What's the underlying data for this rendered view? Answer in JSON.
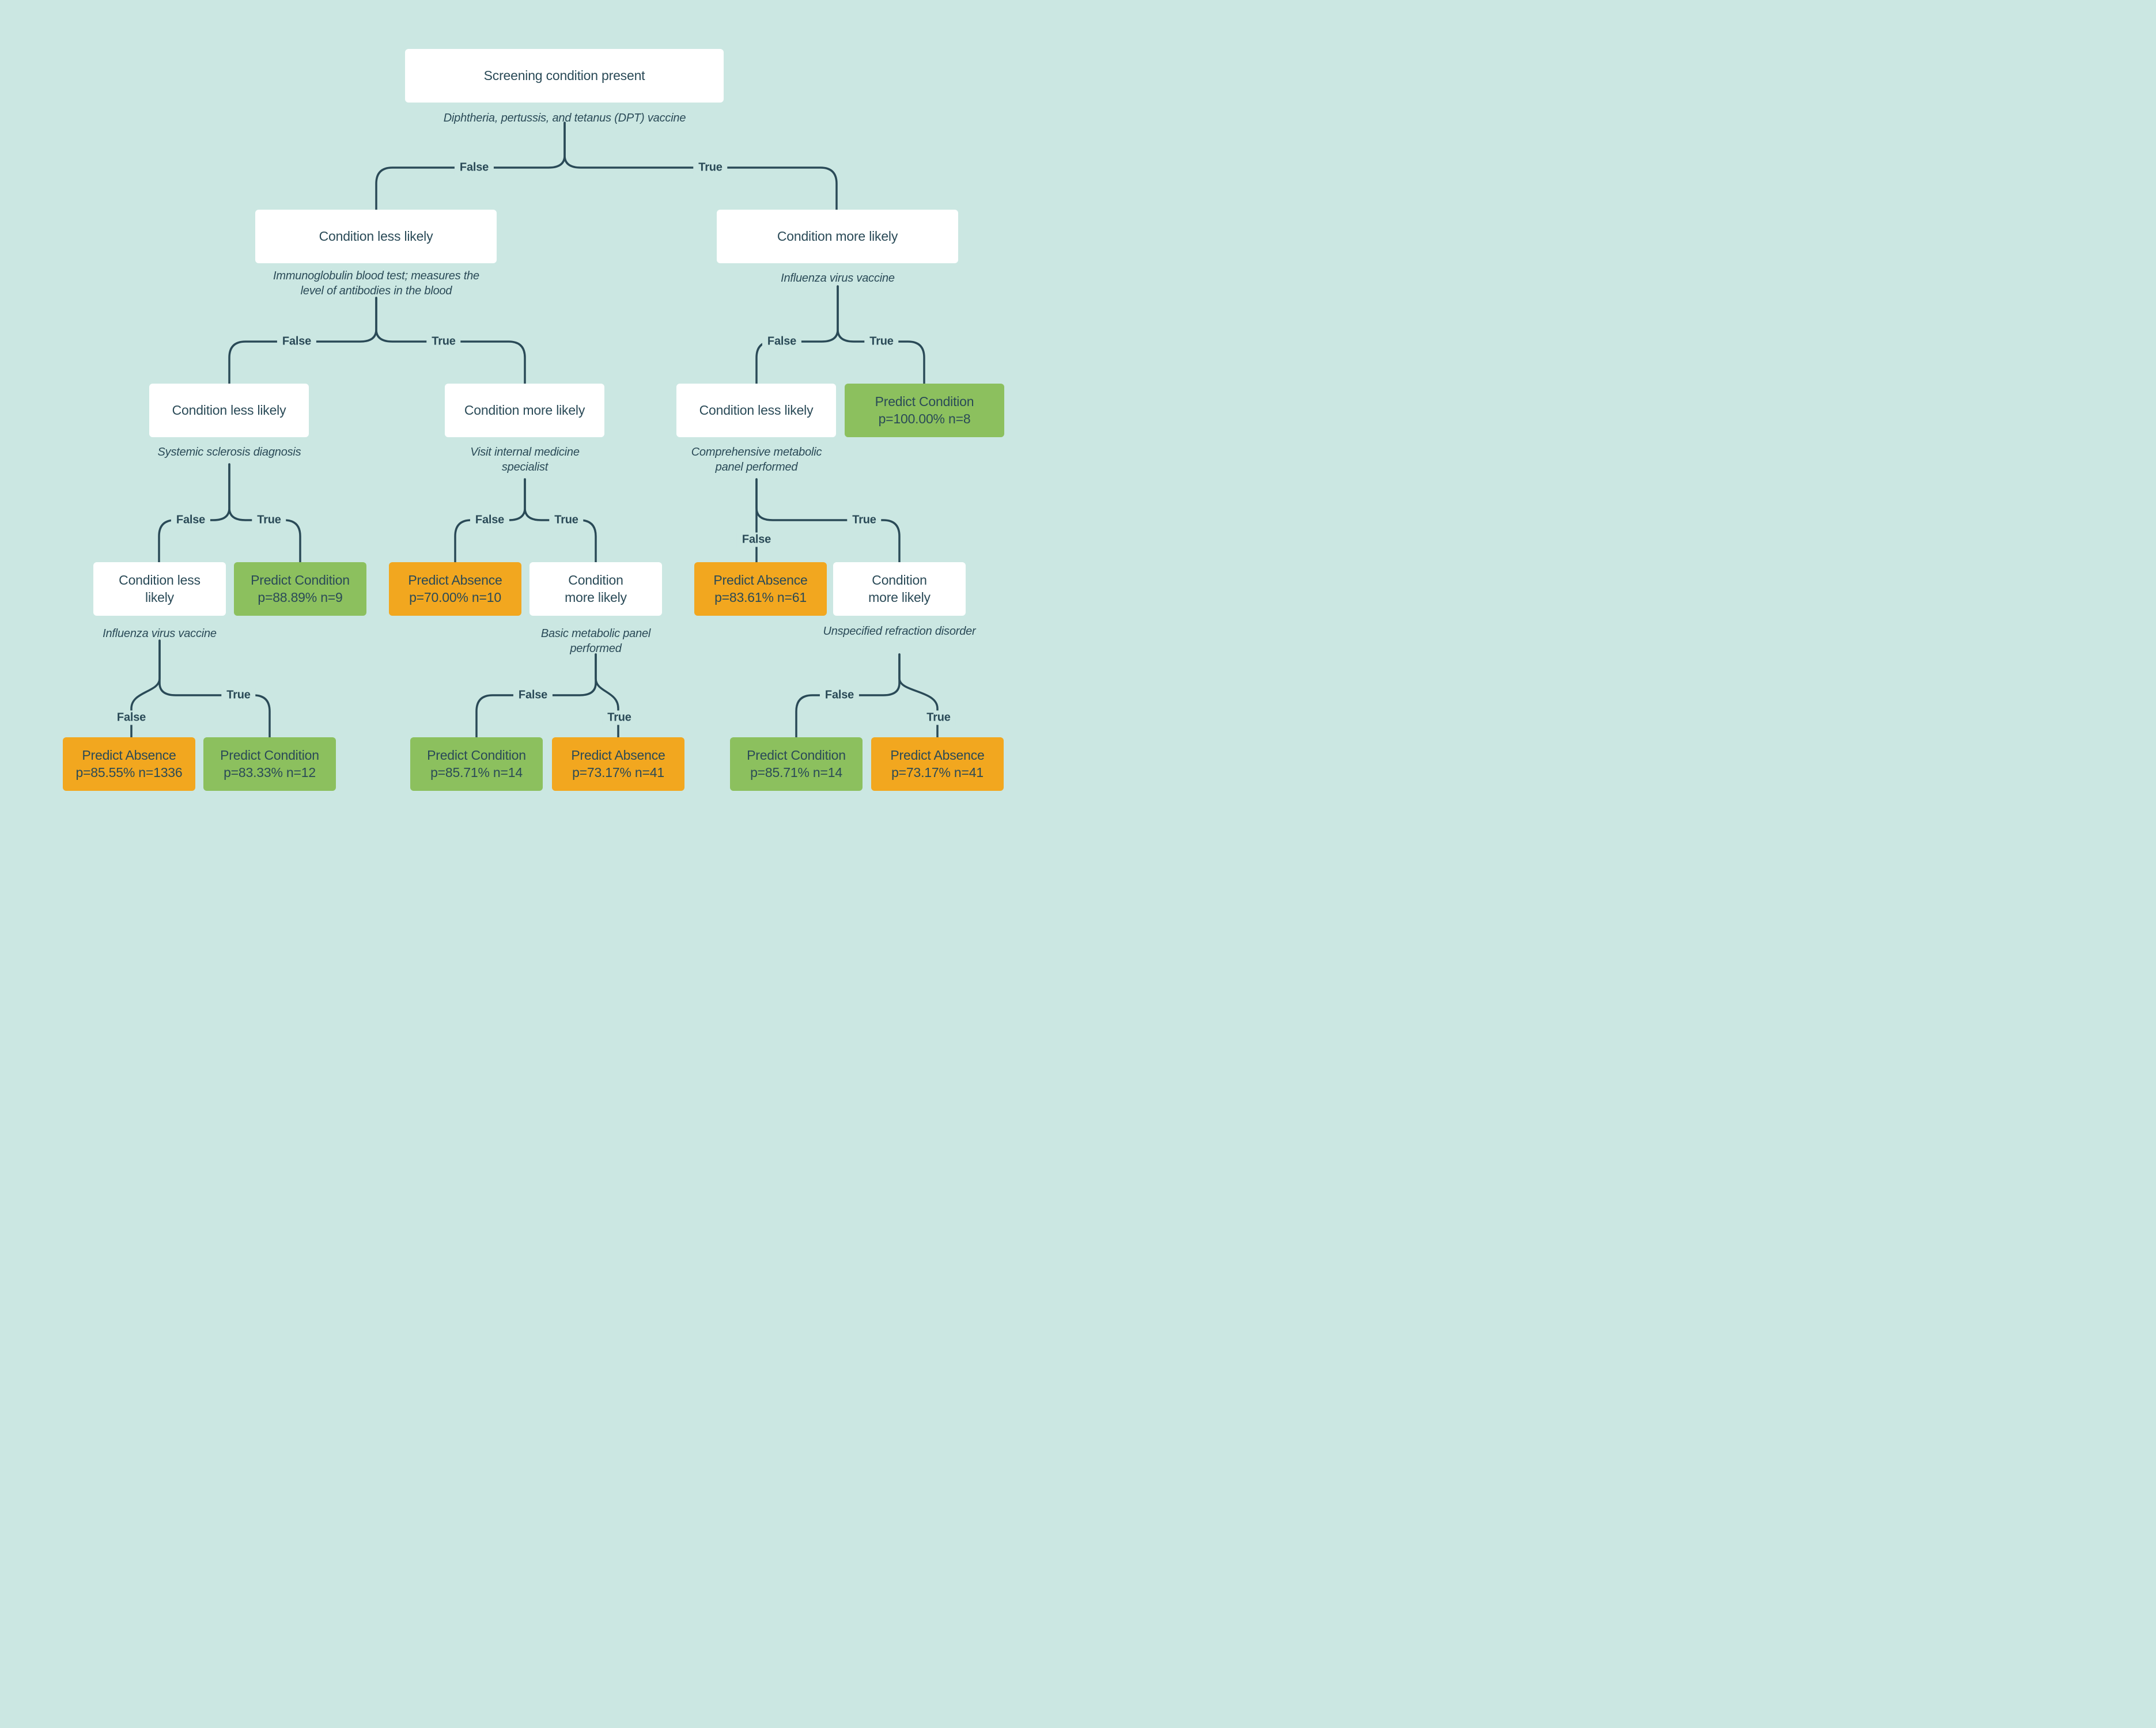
{
  "palette": {
    "background": "#cbe7e2",
    "ink": "#2a4a57",
    "node_white": "#ffffff",
    "predict_condition_green": "#8cc05e",
    "predict_absence_orange": "#f2a71f"
  },
  "edge_labels": {
    "false_label": "False",
    "true_label": "True"
  },
  "tree": {
    "root": {
      "label": "Screening condition present",
      "caption": "Diphtheria, pertussis, and tetanus (DPT) vaccine"
    },
    "l2_left": {
      "label": "Condition less likely",
      "caption": "Immunoglobulin blood test; measures the level of antibodies in the blood"
    },
    "l2_right": {
      "label": "Condition more likely",
      "caption": "Influenza virus vaccine"
    },
    "l3_left": {
      "label": "Condition less likely",
      "caption": "Systemic sclerosis diagnosis"
    },
    "l3_mid": {
      "label": "Condition more likely",
      "caption": "Visit internal medicine specialist"
    },
    "l3_right": {
      "label": "Condition less likely",
      "caption": "Comprehensive metabolic panel performed"
    },
    "l3_leaf_true": {
      "label": "Predict Condition",
      "stats": "p=100.00% n=8"
    },
    "l4_left": {
      "label": "Condition less likely",
      "caption": "Influenza virus vaccine"
    },
    "l4_left_leaf": {
      "label": "Predict Condition",
      "stats": "p=88.89% n=9"
    },
    "l4_mid_leaf": {
      "label": "Predict Absence",
      "stats": "p=70.00% n=10"
    },
    "l4_mid": {
      "label": "Condition more likely",
      "caption": "Basic metabolic panel performed"
    },
    "l4_right_leaf": {
      "label": "Predict Absence",
      "stats": "p=83.61% n=61"
    },
    "l4_right": {
      "label": "Condition more likely",
      "caption": "Unspecified refraction disorder"
    },
    "l5_a": {
      "label": "Predict Absence",
      "stats": "p=85.55% n=1336"
    },
    "l5_b": {
      "label": "Predict Condition",
      "stats": "p=83.33% n=12"
    },
    "l5_c": {
      "label": "Predict Condition",
      "stats": "p=85.71% n=14"
    },
    "l5_d": {
      "label": "Predict Absence",
      "stats": "p=73.17% n=41"
    },
    "l5_e": {
      "label": "Predict Condition",
      "stats": "p=85.71% n=14"
    },
    "l5_f": {
      "label": "Predict Absence",
      "stats": "p=73.17% n=41"
    }
  }
}
